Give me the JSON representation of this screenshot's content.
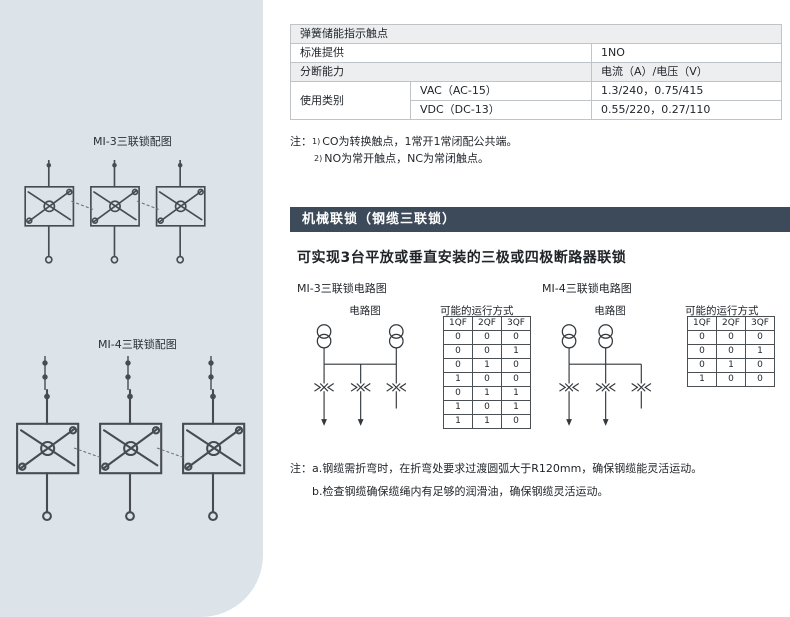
{
  "colors": {
    "panel": "#dce3e9",
    "bar": "#3d4a59",
    "shade": "#eceef0",
    "border": "#bfc4c8",
    "ink": "#1f2429"
  },
  "left_panel": {
    "mi3_caption": "MI-3三联锁配图",
    "mi4_caption": "MI-4三联锁配图"
  },
  "contact_table": {
    "title": "弹簧储能指示触点",
    "standard_label": "标准提供",
    "standard_value": "1NO",
    "breaking_label": "分断能力",
    "breaking_value": "电流（A）/电压（V）",
    "usage_label": "使用类别",
    "vac_label": "VAC（AC-15）",
    "vac_value": "1.3/240，0.75/415",
    "vdc_label": "VDC（DC-13）",
    "vdc_value": "0.55/220，0.27/110"
  },
  "table_notes": {
    "prefix": "注：",
    "note1_sup": "1)",
    "note1_text": "CO为转换触点，1常开1常闭配公共端。",
    "note2_sup": "2)",
    "note2_text": "NO为常开触点，NC为常闭触点。"
  },
  "section": {
    "title": "机械联锁（钢缆三联锁）",
    "subtitle": "可实现3台平放或垂直安装的三极或四极断路器联锁"
  },
  "mi3_block": {
    "title": "MI-3三联锁电路图",
    "circuit_label": "电路图",
    "modes_label": "可能的运行方式",
    "table": {
      "headers": [
        "1QF",
        "2QF",
        "3QF"
      ],
      "rows": [
        [
          "0",
          "0",
          "0"
        ],
        [
          "0",
          "0",
          "1"
        ],
        [
          "0",
          "1",
          "0"
        ],
        [
          "1",
          "0",
          "0"
        ],
        [
          "0",
          "1",
          "1"
        ],
        [
          "1",
          "0",
          "1"
        ],
        [
          "1",
          "1",
          "0"
        ]
      ]
    }
  },
  "mi4_block": {
    "title": "MI-4三联锁电路图",
    "circuit_label": "电路图",
    "modes_label": "可能的运行方式",
    "table": {
      "headers": [
        "1QF",
        "2QF",
        "3QF"
      ],
      "rows": [
        [
          "0",
          "0",
          "0"
        ],
        [
          "0",
          "0",
          "1"
        ],
        [
          "0",
          "1",
          "0"
        ],
        [
          "1",
          "0",
          "0"
        ]
      ]
    }
  },
  "bottom_notes": {
    "prefix": "注：",
    "line_a": "a.钢缆需折弯时，在折弯处要求过渡圆弧大于R120mm，确保钢缆能灵活运动。",
    "line_b": "b.检查钢缆确保缆绳内有足够的润滑油，确保钢缆灵活运动。"
  }
}
